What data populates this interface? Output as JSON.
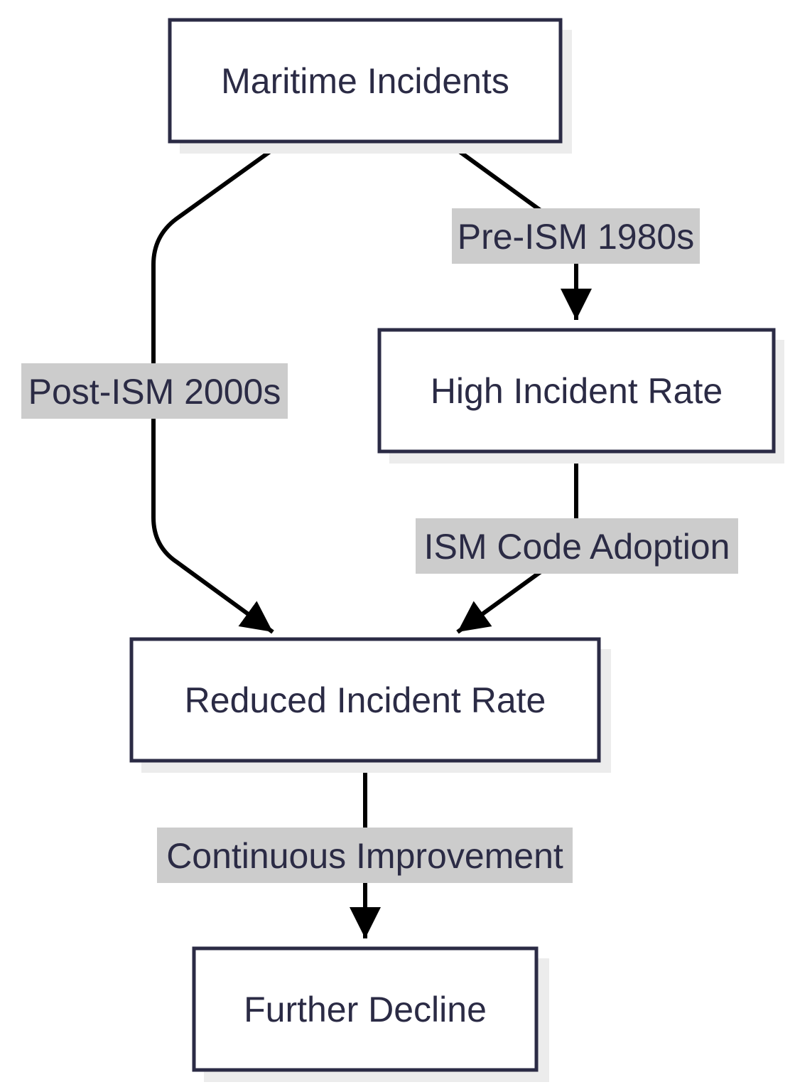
{
  "nodes": {
    "maritime": {
      "label": "Maritime Incidents"
    },
    "high": {
      "label": "High Incident Rate"
    },
    "reduced": {
      "label": "Reduced Incident Rate"
    },
    "further": {
      "label": "Further Decline"
    }
  },
  "edges": {
    "pre_ism": {
      "from": "maritime",
      "to": "high",
      "label": "Pre-ISM 1980s"
    },
    "post_ism": {
      "from": "maritime",
      "to": "reduced",
      "label": "Post-ISM 2000s"
    },
    "ism_adoption": {
      "from": "high",
      "to": "reduced",
      "label": "ISM Code Adoption"
    },
    "continuous": {
      "from": "reduced",
      "to": "further",
      "label": "Continuous Improvement"
    }
  },
  "colors": {
    "node_border": "#2b2b45",
    "node_fill": "#ffffff",
    "node_shadow": "#ececec",
    "edge": "#000000",
    "label_bg": "#cccccc",
    "text": "#2b2b45"
  }
}
